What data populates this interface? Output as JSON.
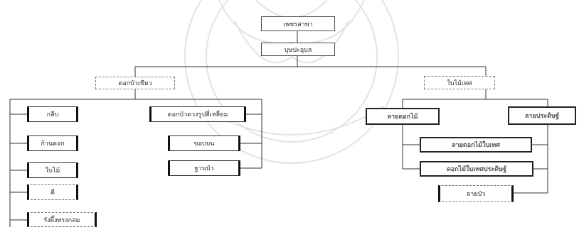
{
  "diagram": {
    "root": "เพชรสาขา",
    "level1": "บุษปะอุบล",
    "left_branch": {
      "head": "ดอกบัวเขียว",
      "left_column": [
        "กลีบ",
        "ก้านดอก",
        "ใบไม้",
        "ดี",
        "รังผึ้งทรงกลม"
      ],
      "right_column": [
        "ดอกบัวดวงรูปสี่เหลี่ยม",
        "ขอบบน",
        "ฐานบัว"
      ]
    },
    "right_branch": {
      "head": "ใบไม้เทศ",
      "left_sub": "ลายดอกไม้",
      "right_sub": "ลายประดิษฐ์",
      "center_items": [
        "ลายดอกไม้ใบเทศ",
        "ดอกไม้ใบเทศประดิษฐ์",
        "ลายบัว"
      ]
    }
  }
}
